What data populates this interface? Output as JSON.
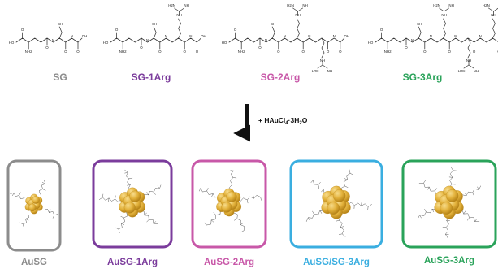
{
  "molecules": [
    {
      "id": "sg",
      "label": "SG",
      "arg_count": 0,
      "color": "#8c8c8c"
    },
    {
      "id": "sg1",
      "label": "SG-1Arg",
      "arg_count": 1,
      "color": "#7b3c9c"
    },
    {
      "id": "sg2",
      "label": "SG-2Arg",
      "arg_count": 2,
      "color": "#c858a8"
    },
    {
      "id": "sg3",
      "label": "SG-3Arg",
      "arg_count": 3,
      "color": "#2aa35a"
    }
  ],
  "reagent": {
    "prefix": "+ HAuCl",
    "sub1": "4",
    "mid": "·3H",
    "sub2": "2",
    "suffix": "O"
  },
  "panels": [
    {
      "id": "ausg",
      "label": "AuSG",
      "color": "#8c8c8c",
      "ligand_count": 4
    },
    {
      "id": "ausg1",
      "label": "AuSG-1Arg",
      "color": "#7b3c9c",
      "ligand_count": 5
    },
    {
      "id": "ausg2",
      "label": "AuSG-2Arg",
      "color": "#c858a8",
      "ligand_count": 5
    },
    {
      "id": "ausgsg3",
      "label": "AuSG/SG-3Arg",
      "color": "#3aaee0",
      "ligand_count": 5
    },
    {
      "id": "ausg3",
      "label": "AuSG-3Arg",
      "color": "#2aa35a",
      "ligand_count": 6
    }
  ],
  "colors": {
    "gold": "#e3b23c",
    "gold_light": "#f7dc8c",
    "gold_dark": "#b78418",
    "arrow": "#111111",
    "bond": "#333333"
  }
}
